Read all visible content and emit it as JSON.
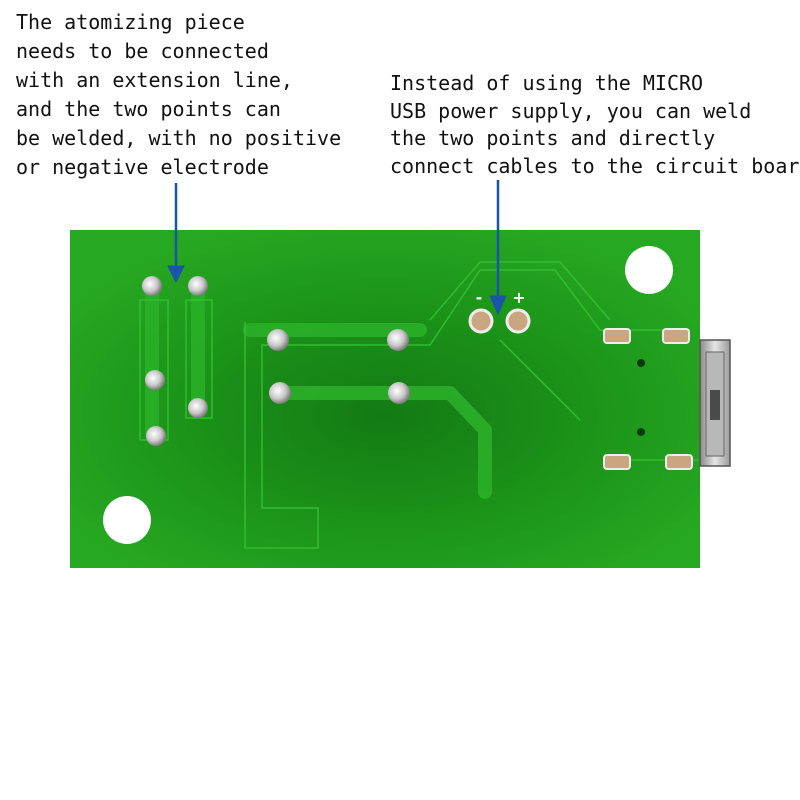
{
  "annotations": {
    "left": {
      "lines": [
        "The atomizing piece",
        "needs to be connected",
        "with an extension line,",
        "and the two points can",
        "be welded, with no positive",
        "or negative electrode"
      ]
    },
    "right": {
      "lines": [
        "Instead of using the MICRO",
        "USB power supply, you can weld",
        "the two points and directly",
        "connect cables to the circuit board"
      ]
    }
  },
  "board": {
    "silkscreen_minus": "-",
    "silkscreen_plus": "+"
  },
  "colors": {
    "board": "#1f9a1c",
    "board_dark": "#0d6a10",
    "trace": "#2ab32a",
    "arrow": "#1a56a8",
    "pad": "#d8d8d8",
    "gold": "#c8a27a"
  }
}
